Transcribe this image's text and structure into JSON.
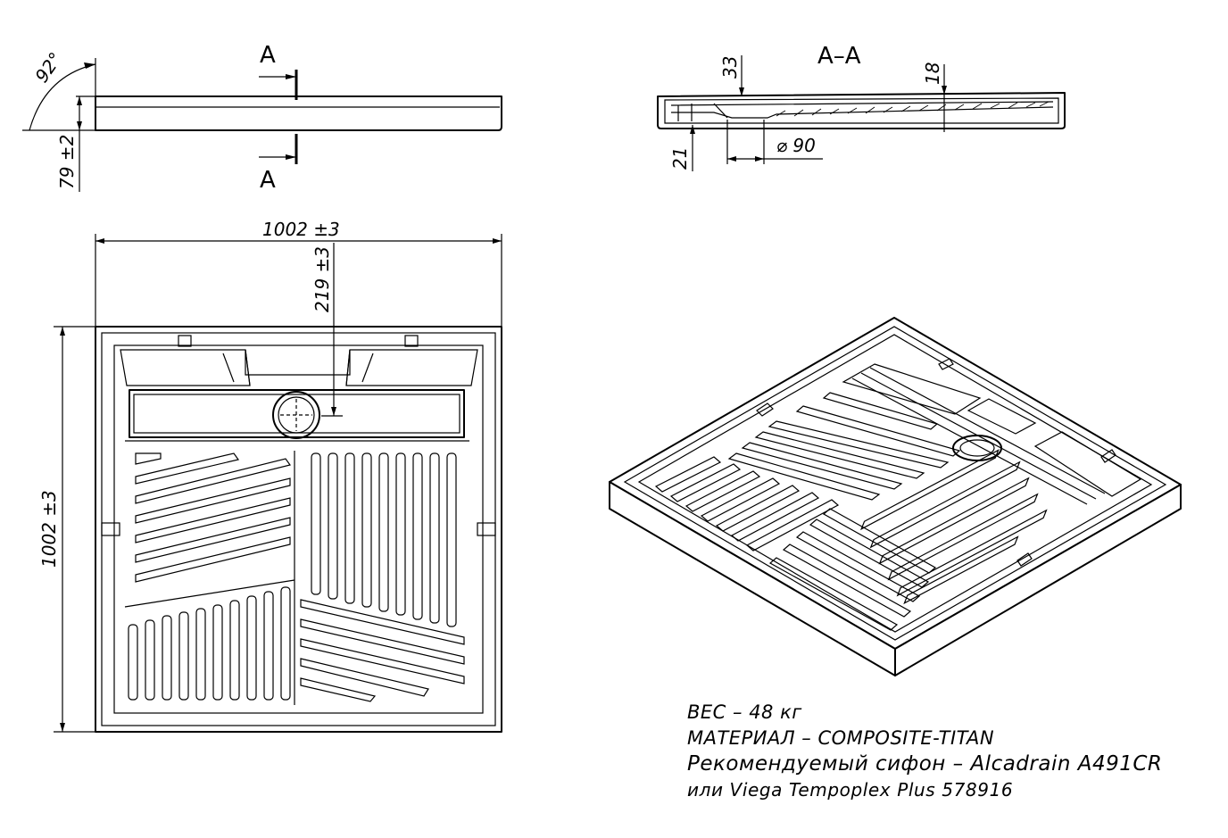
{
  "side_view": {
    "angle": "92°",
    "height": "79 ±2",
    "section_mark_top": "A",
    "section_mark_bottom": "A"
  },
  "section_view": {
    "title": "A–A",
    "dim_33": "33",
    "dim_18": "18",
    "dim_21": "21",
    "dim_diameter": "⌀ 90"
  },
  "plan_view": {
    "width": "1002 ±3",
    "length": "1002 ±3",
    "drain_offset": "219 ±3"
  },
  "notes": {
    "weight": "ВЕС – 48 кг",
    "material": "МАТЕРИАЛ – COMPOSITE-TITAN",
    "siphon": "Рекомендуемый сифон – Alcadrain A491CR",
    "alternative": "или Viega Tempoplex Plus 578916"
  }
}
